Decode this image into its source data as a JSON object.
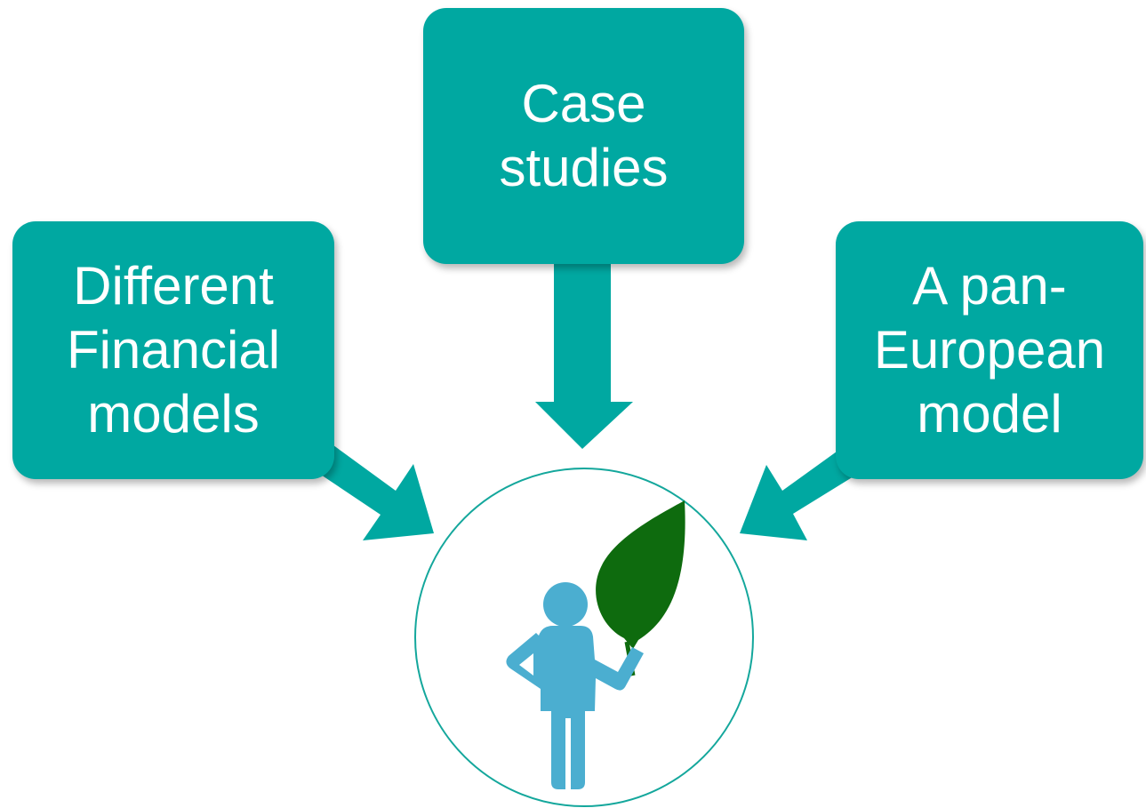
{
  "colors": {
    "box_fill": "#00A8A1",
    "arrow_fill": "#00A8A1",
    "circle_stroke": "#14A79C",
    "person_fill": "#4BAED0",
    "leaf_fill": "#0E6B0E",
    "label_text": "#FFFFFF"
  },
  "nodes": {
    "left": {
      "lines": [
        "Different",
        "Financial",
        "models"
      ]
    },
    "center": {
      "lines": [
        "Case",
        "studies"
      ]
    },
    "right": {
      "lines": [
        "A pan-",
        "European",
        "model"
      ]
    }
  },
  "icons": {
    "hub": "person-holding-leaf-icon"
  }
}
